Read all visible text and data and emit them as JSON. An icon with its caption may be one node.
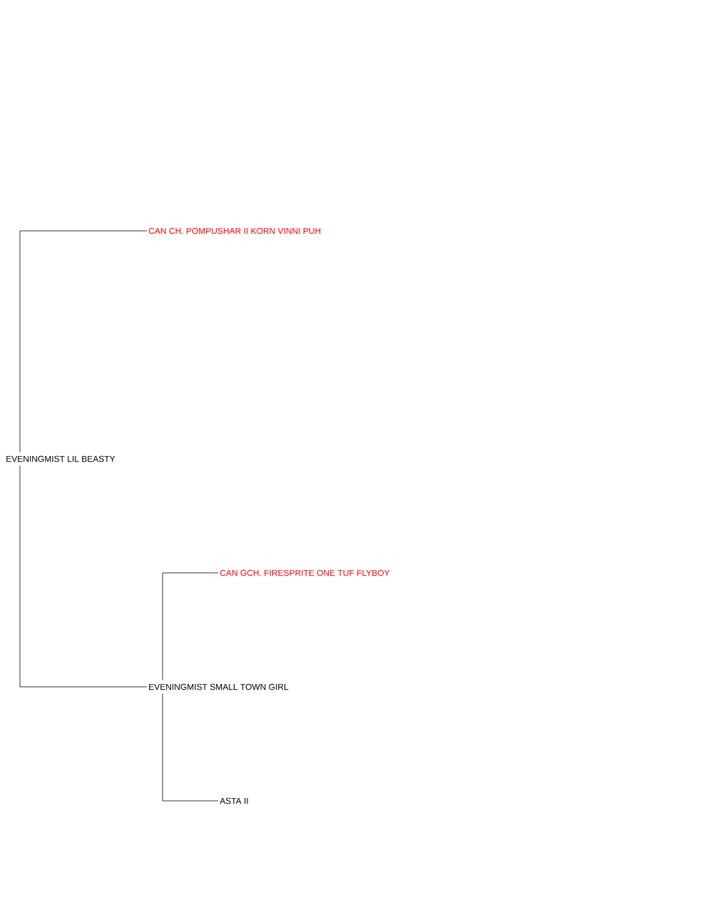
{
  "diagram": {
    "nodes": [
      {
        "text": [
          "EVENINGMIST LIL BEASTY"
        ]
      },
      {
        "text": [
          "CAN CH. POMPUSHAR II KORN VINNI PUH"
        ]
      },
      {
        "text": [
          "EVENINGMIST SMALL TOWN GIRL"
        ]
      },
      {
        "text": [
          "CAN GCH. FIRESPRITE ONE TUF FLYBOY"
        ]
      },
      {
        "text": [
          "ASTA II"
        ]
      }
    ],
    "edges": [
      {
        "from": 0,
        "to": 1,
        "arrow": "none"
      },
      {
        "from": 0,
        "to": 2,
        "arrow": "none"
      },
      {
        "from": 2,
        "to": 3,
        "arrow": "none"
      },
      {
        "from": 2,
        "to": 4,
        "arrow": "none"
      }
    ]
  }
}
